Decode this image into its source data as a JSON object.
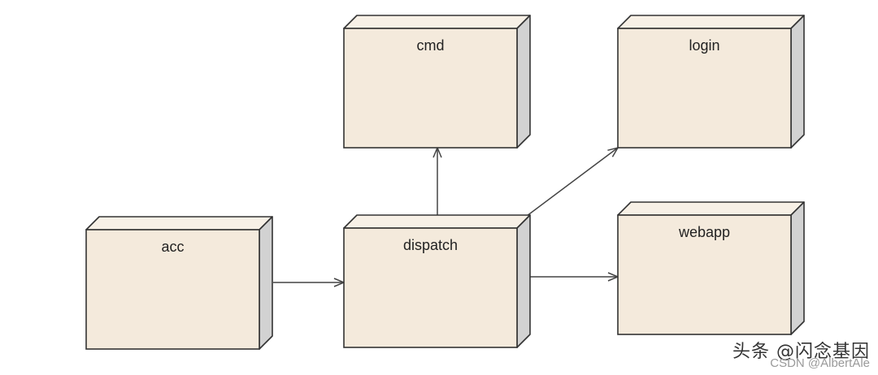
{
  "diagram": {
    "nodes": [
      {
        "id": "acc",
        "label": "acc"
      },
      {
        "id": "dispatch",
        "label": "dispatch"
      },
      {
        "id": "cmd",
        "label": "cmd"
      },
      {
        "id": "login",
        "label": "login"
      },
      {
        "id": "webapp",
        "label": "webapp"
      }
    ],
    "edges": [
      {
        "from": "acc",
        "to": "dispatch"
      },
      {
        "from": "dispatch",
        "to": "cmd"
      },
      {
        "from": "dispatch",
        "to": "login"
      },
      {
        "from": "dispatch",
        "to": "webapp"
      }
    ]
  },
  "watermark": {
    "main": "头条 @闪念基因",
    "sub": "CSDN @AlbertAle"
  }
}
